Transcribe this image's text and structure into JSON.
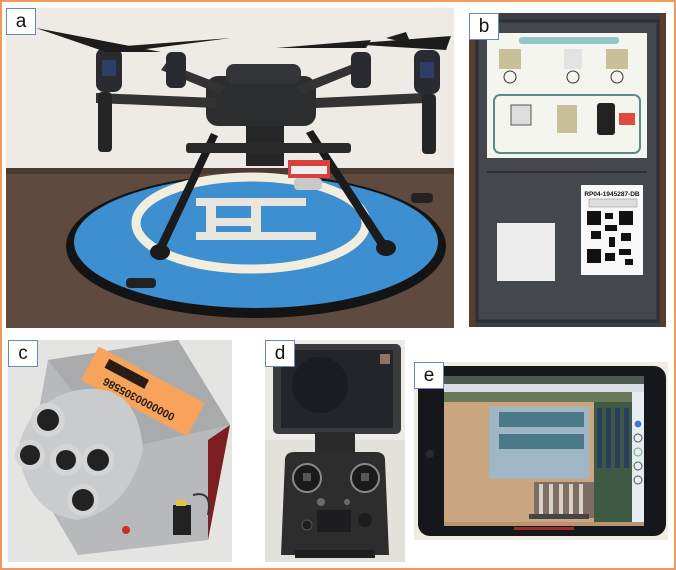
{
  "figure": {
    "border_color": "#ef9a5c",
    "panels": [
      {
        "id": "a",
        "label": "a",
        "subject": "quadcopter drone on landing pad",
        "pad_color": "#3d8fd0"
      },
      {
        "id": "b",
        "label": "b",
        "subject": "calibration reflectance panel case",
        "qr_label": "RP04-1945287-DB"
      },
      {
        "id": "c",
        "label": "c",
        "subject": "multispectral camera",
        "sticker_text": "0000000305586",
        "sticker_color": "#f7a35c"
      },
      {
        "id": "d",
        "label": "d",
        "subject": "remote controller with display"
      },
      {
        "id": "e",
        "label": "e",
        "subject": "tablet flight planning app with aerial field map"
      }
    ]
  }
}
